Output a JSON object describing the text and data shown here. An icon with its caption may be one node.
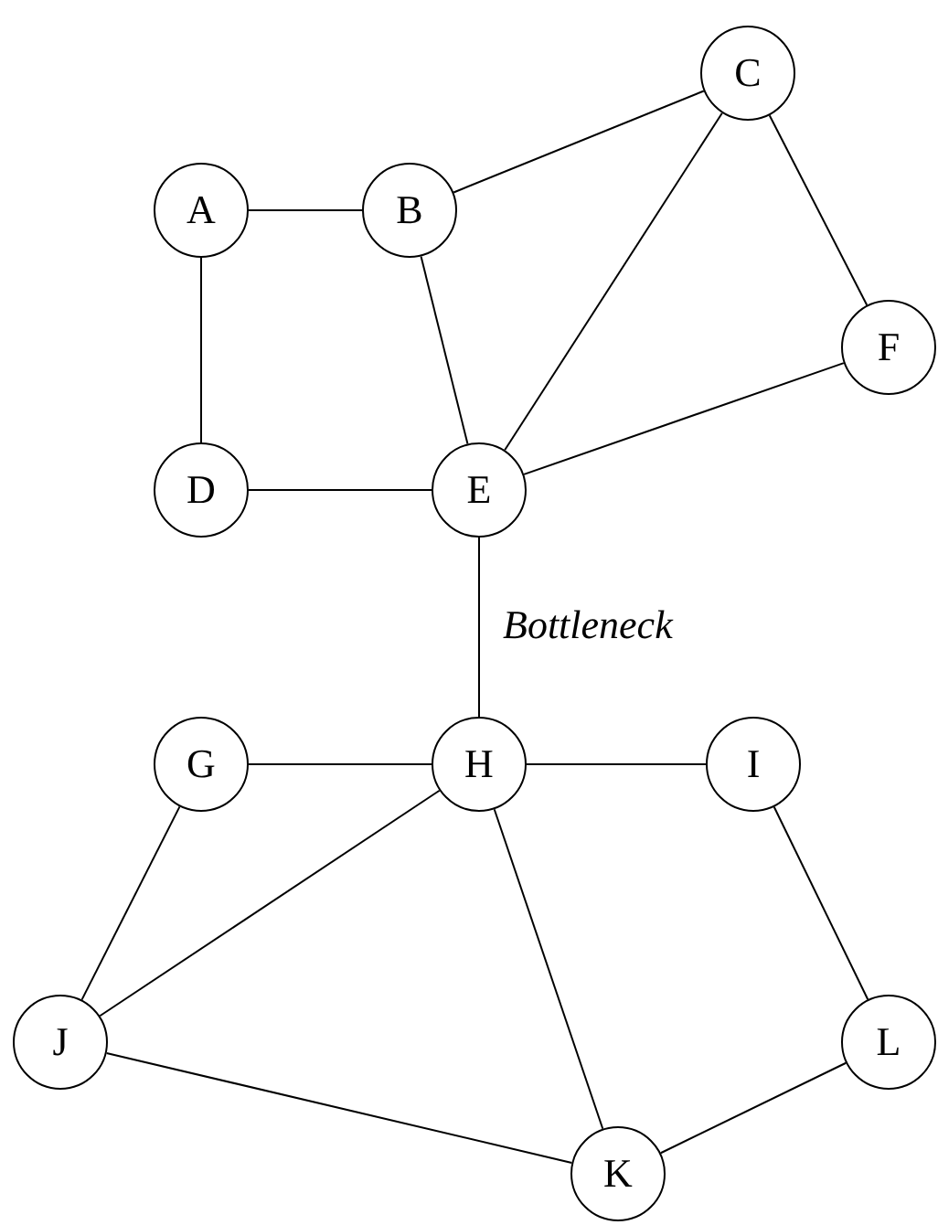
{
  "diagram": {
    "nodes": [
      {
        "text": [
          "A"
        ]
      },
      {
        "text": [
          "B"
        ]
      },
      {
        "text": [
          "C"
        ]
      },
      {
        "text": [
          "D"
        ]
      },
      {
        "text": [
          "E"
        ]
      },
      {
        "text": [
          "F"
        ]
      },
      {
        "text": [
          "G"
        ]
      },
      {
        "text": [
          "H"
        ]
      },
      {
        "text": [
          "I"
        ]
      },
      {
        "text": [
          "J"
        ]
      },
      {
        "text": [
          "K"
        ]
      },
      {
        "text": [
          "L"
        ]
      }
    ],
    "edges": [
      {
        "from": 0,
        "to": 1,
        "arrow": "none"
      },
      {
        "from": 0,
        "to": 3,
        "arrow": "none"
      },
      {
        "from": 1,
        "to": 2,
        "arrow": "none"
      },
      {
        "from": 1,
        "to": 4,
        "arrow": "none"
      },
      {
        "from": 2,
        "to": 4,
        "arrow": "none"
      },
      {
        "from": 2,
        "to": 5,
        "arrow": "none"
      },
      {
        "from": 3,
        "to": 4,
        "arrow": "none"
      },
      {
        "from": 4,
        "to": 5,
        "arrow": "none"
      },
      {
        "from": 4,
        "to": 7,
        "arrow": "none",
        "label": "Bottleneck"
      },
      {
        "from": 6,
        "to": 7,
        "arrow": "none"
      },
      {
        "from": 7,
        "to": 8,
        "arrow": "none"
      },
      {
        "from": 6,
        "to": 9,
        "arrow": "none"
      },
      {
        "from": 7,
        "to": 9,
        "arrow": "none"
      },
      {
        "from": 7,
        "to": 10,
        "arrow": "none"
      },
      {
        "from": 8,
        "to": 11,
        "arrow": "none"
      },
      {
        "from": 9,
        "to": 10,
        "arrow": "none"
      },
      {
        "from": 10,
        "to": 11,
        "arrow": "none"
      }
    ]
  }
}
